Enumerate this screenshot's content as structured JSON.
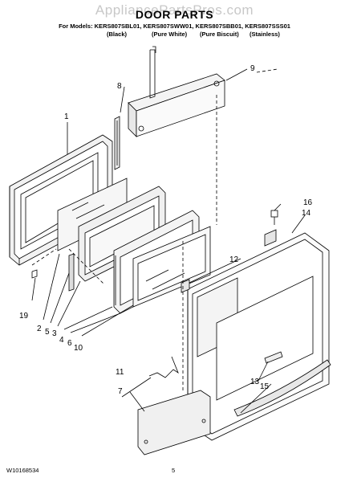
{
  "watermark": "AppliancePartsPros.com",
  "title": "DOOR PARTS",
  "models_line": "For Models: KERS807SBL01, KERS807SWW01, KERS807SBB01, KERS807SSS01",
  "colors": [
    "(Black)",
    "(Pure White)",
    "(Pure Biscuit)",
    "(Stainless)"
  ],
  "footer": {
    "doc_number": "W10168534",
    "page_number": "5"
  },
  "callouts": [
    "1",
    "2",
    "3",
    "4",
    "5",
    "6",
    "7",
    "8",
    "9",
    "10",
    "11",
    "12",
    "13",
    "14",
    "15",
    "16",
    "19"
  ]
}
